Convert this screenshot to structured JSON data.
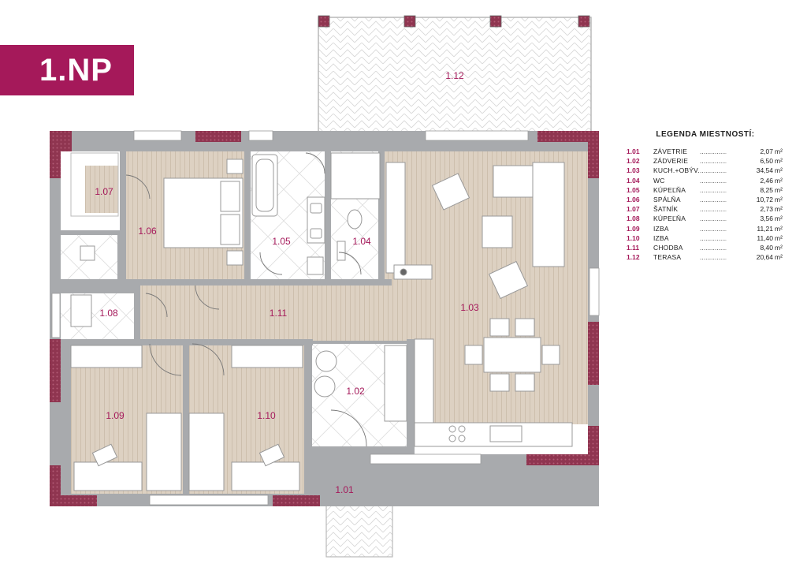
{
  "floor_badge": "1.NP",
  "legend": {
    "title": "LEGENDA MIESTNOSTÍ:",
    "dots": "........................",
    "unit": "m²",
    "rooms": [
      {
        "code": "1.01",
        "name": "ZÁVETRIE",
        "area": "2,07"
      },
      {
        "code": "1.02",
        "name": "ZÁDVERIE",
        "area": "6,50"
      },
      {
        "code": "1.03",
        "name": "KUCH.+OBÝV.",
        "area": "34,54"
      },
      {
        "code": "1.04",
        "name": "WC",
        "area": "2,46"
      },
      {
        "code": "1.05",
        "name": "KÚPEĽŇA",
        "area": "8,25"
      },
      {
        "code": "1.06",
        "name": "SPÁLŇA",
        "area": "10,72"
      },
      {
        "code": "1.07",
        "name": "ŠATNÍK",
        "area": "2,73"
      },
      {
        "code": "1.08",
        "name": "KÚPEĽŇA",
        "area": "3,56"
      },
      {
        "code": "1.09",
        "name": "IZBA",
        "area": "11,21"
      },
      {
        "code": "1.10",
        "name": "IZBA",
        "area": "11,40"
      },
      {
        "code": "1.11",
        "name": "CHODBA",
        "area": "8,40"
      },
      {
        "code": "1.12",
        "name": "TERASA",
        "area": "20,64"
      }
    ]
  },
  "plan_labels": {
    "r101": "1.01",
    "r102": "1.02",
    "r103": "1.03",
    "r104": "1.04",
    "r105": "1.05",
    "r106": "1.06",
    "r107": "1.07",
    "r108": "1.08",
    "r109": "1.09",
    "r110": "1.10",
    "r111": "1.11",
    "r112": "1.12"
  },
  "colors": {
    "accent": "#a5195a",
    "wall": "#a8aaad",
    "brick": "#9b3a55",
    "floor_wood": "#ddd1c2",
    "wood_line": "#c7b9a6"
  }
}
